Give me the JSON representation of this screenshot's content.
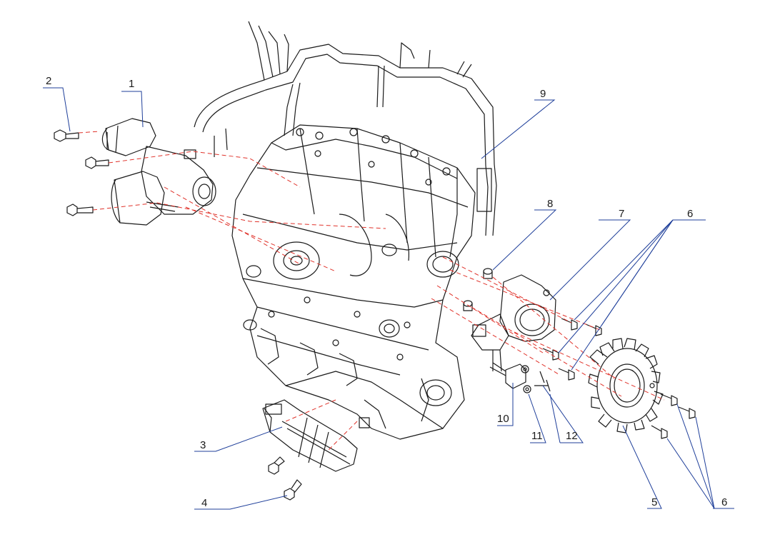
{
  "callouts": [
    {
      "id": "1",
      "label": "1"
    },
    {
      "id": "2",
      "label": "2"
    },
    {
      "id": "3",
      "label": "3"
    },
    {
      "id": "4",
      "label": "4"
    },
    {
      "id": "5",
      "label": "5"
    },
    {
      "id": "6a",
      "label": "6"
    },
    {
      "id": "6b",
      "label": "6"
    },
    {
      "id": "7",
      "label": "7"
    },
    {
      "id": "8",
      "label": "8"
    },
    {
      "id": "9",
      "label": "9"
    },
    {
      "id": "10",
      "label": "10"
    },
    {
      "id": "11",
      "label": "11"
    },
    {
      "id": "12",
      "label": "12"
    }
  ],
  "colors": {
    "line": "#1a1a1a",
    "leader": "#1f3f9a",
    "hidden": "#e0322a"
  }
}
